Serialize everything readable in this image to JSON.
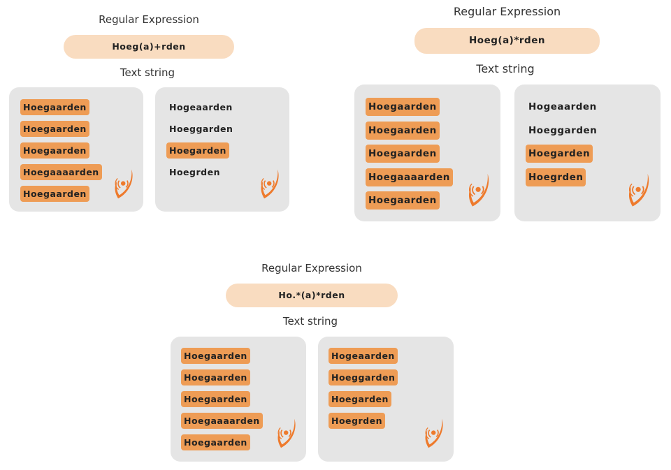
{
  "colors": {
    "pill_bg": "#f9dcc0",
    "match_bg": "#ee9c55",
    "panel_bg": "#e5e5e5",
    "logo": "#ee7a2c",
    "text": "#222222"
  },
  "examples": [
    {
      "heading": "Regular Expression",
      "regex": "Hoeg(a)+rden",
      "subheading": "Text string",
      "left_panel": [
        {
          "text": "Hoegaarden",
          "match": true
        },
        {
          "text": "Hoegaarden",
          "match": true
        },
        {
          "text": "Hoegaarden",
          "match": true
        },
        {
          "text": "Hoegaaaarden",
          "match": true
        },
        {
          "text": "Hoegaarden",
          "match": true
        }
      ],
      "right_panel": [
        {
          "text": "Hogeaarden",
          "match": false
        },
        {
          "text": "Hoeggarden",
          "match": false
        },
        {
          "text": "Hoegarden",
          "match": true
        },
        {
          "text": "Hoegrden",
          "match": false
        }
      ],
      "logo_icon": "eye-swirl-logo-icon"
    },
    {
      "heading": "Regular Expression",
      "regex": "Hoeg(a)*rden",
      "subheading": "Text string",
      "left_panel": [
        {
          "text": "Hoegaarden",
          "match": true
        },
        {
          "text": "Hoegaarden",
          "match": true
        },
        {
          "text": "Hoegaarden",
          "match": true
        },
        {
          "text": "Hoegaaaarden",
          "match": true
        },
        {
          "text": "Hoegaarden",
          "match": true
        }
      ],
      "right_panel": [
        {
          "text": "Hogeaarden",
          "match": false
        },
        {
          "text": "Hoeggarden",
          "match": false
        },
        {
          "text": "Hoegarden",
          "match": true
        },
        {
          "text": "Hoegrden",
          "match": true
        }
      ],
      "logo_icon": "eye-swirl-logo-icon"
    },
    {
      "heading": "Regular Expression",
      "regex": "Ho.*(a)*rden",
      "subheading": "Text string",
      "left_panel": [
        {
          "text": "Hoegaarden",
          "match": true
        },
        {
          "text": "Hoegaarden",
          "match": true
        },
        {
          "text": "Hoegaarden",
          "match": true
        },
        {
          "text": "Hoegaaaarden",
          "match": true
        },
        {
          "text": "Hoegaarden",
          "match": true
        }
      ],
      "right_panel": [
        {
          "text": "Hogeaarden",
          "match": true
        },
        {
          "text": "Hoeggarden",
          "match": true
        },
        {
          "text": "Hoegarden",
          "match": true
        },
        {
          "text": "Hoegrden",
          "match": true
        }
      ],
      "logo_icon": "eye-swirl-logo-icon"
    }
  ]
}
